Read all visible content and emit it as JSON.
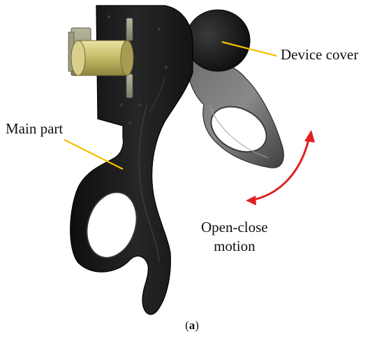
{
  "labels": {
    "main_part": "Main part",
    "device_cover": "Device cover",
    "motion_line1": "Open-close",
    "motion_line2": "motion"
  },
  "caption": {
    "open": "(",
    "letter": "a",
    "close": ")"
  },
  "colors": {
    "leader_line": "#f2c200",
    "motion_arrow": "#e02020",
    "main_body": "#1c1c1c",
    "cover": "#5a5a5a",
    "cylinder": "#c8c070"
  },
  "icons": {
    "motion_arrow": "double-headed-curved-arrow-icon"
  }
}
